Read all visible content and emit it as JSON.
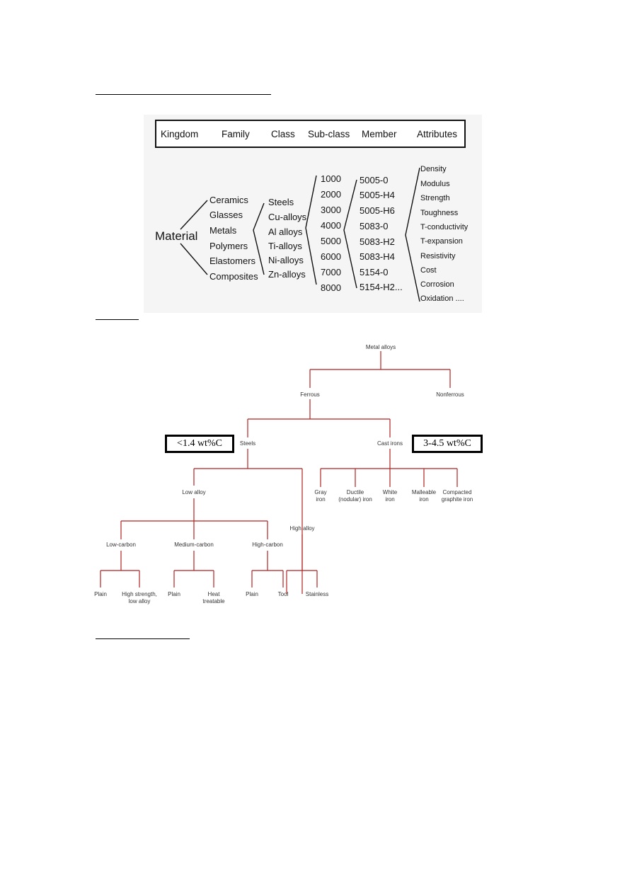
{
  "classification": {
    "headers": [
      "Kingdom",
      "Family",
      "Class",
      "Sub-class",
      "Member",
      "Attributes"
    ],
    "kingdom": "Material",
    "families": [
      "Ceramics",
      "Glasses",
      "Metals",
      "Polymers",
      "Elastomers",
      "Composites"
    ],
    "classes": [
      "Steels",
      "Cu-alloys",
      "Al alloys",
      "Ti-alloys",
      "Ni-alloys",
      "Zn-alloys"
    ],
    "subclasses": [
      "1000",
      "2000",
      "3000",
      "4000",
      "5000",
      "6000",
      "7000",
      "8000"
    ],
    "members": [
      "5005-0",
      "5005-H4",
      "5005-H6",
      "5083-0",
      "5083-H2",
      "5083-H4",
      "5154-0",
      "5154-H2..."
    ],
    "attributes": [
      "Density",
      "Modulus",
      "Strength",
      "Toughness",
      "T-conductivity",
      "T-expansion",
      "Resistivity",
      "Cost",
      "Corrosion",
      "Oxidation ...."
    ]
  },
  "alloy_tree": {
    "line_color": "#b22222",
    "root": "Metal alloys",
    "ferrous": "Ferrous",
    "nonferrous": "Nonferrous",
    "steels": "Steels",
    "cast_irons": "Cast irons",
    "steel_carbon_box": "<1.4 wt%C",
    "cast_iron_carbon_box": "3-4.5 wt%C",
    "low_alloy": "Low alloy",
    "high_alloy": "High alloy",
    "cast_iron_types": [
      "Gray\niron",
      "Ductile\n(nodular) iron",
      "White\niron",
      "Malleable\niron",
      "Compacted\ngraphite iron"
    ],
    "low_carbon": "Low-carbon",
    "medium_carbon": "Medium-carbon",
    "high_carbon": "High-carbon",
    "low_carbon_types": [
      "Plain",
      "High strength,\nlow alloy"
    ],
    "medium_carbon_types": [
      "Plain",
      "Heat\ntreatable"
    ],
    "high_carbon_types": [
      "Plain",
      "Tool"
    ],
    "high_alloy_types": [
      "Stainless"
    ]
  }
}
